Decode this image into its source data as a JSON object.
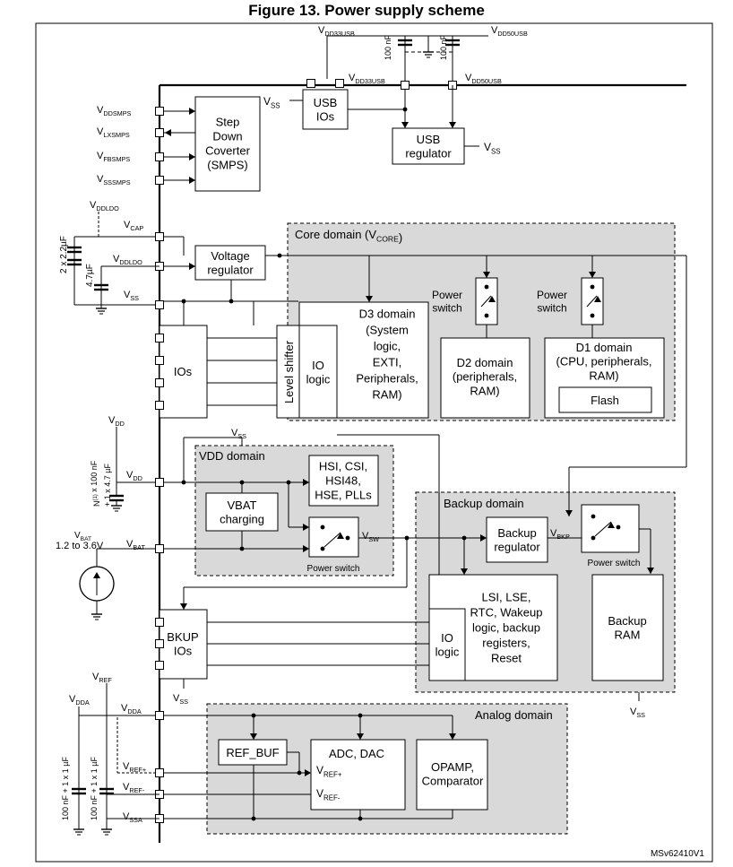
{
  "figure_title": "Figure 13. Power supply scheme",
  "ref_code": "MSv62410V1",
  "colors": {
    "domain_fill": "#d9d9d9",
    "line": "#000000",
    "background": "#ffffff"
  },
  "pins": {
    "vddsmps": "V<sub>DDSMPS</sub>",
    "vlxsmps": "V<sub>LXSMPS</sub>",
    "vfbsmps": "V<sub>FBSMPS</sub>",
    "vsssmps": "V<sub>SSSMPS</sub>",
    "vddldo_top": "V<sub>DDLDO</sub>",
    "vcap": "V<sub>CAP</sub>",
    "vddldo": "V<sub>DDLDO</sub>",
    "vss_left": "V<sub>SS</sub>",
    "vdd_top": "V<sub>DD</sub>",
    "vdd": "V<sub>DD</sub>",
    "vbat_src": "V<sub>BAT</sub>",
    "vbat_range": "1.2 to 3.6V",
    "vbat": "V<sub>BAT</sub>",
    "vref_top": "V<sub>REF</sub>",
    "vdda_top": "V<sub>DDA</sub>",
    "vdda": "V<sub>DDA</sub>",
    "vrefp": "V<sub>REF+</sub>",
    "vrefm": "V<sub>REF-</sub>",
    "vssa": "V<sub>SSA</sub>",
    "vdd33usb_top": "V<sub>DD33USB</sub>",
    "vdd50usb_top": "V<sub>DD50USB</sub>",
    "vdd33usb": "V<sub>DD33USB</sub>",
    "vdd50usb": "V<sub>DD50USB</sub>",
    "vss_usbio": "V<sub>SS</sub>",
    "vss_usbreg": "V<sub>SS</sub>",
    "vss_vdd": "V<sub>SS</sub>",
    "vss_bkup": "V<sub>SS</sub>",
    "vss_backup": "V<sub>SS</sub>",
    "vsw": "V<sub>SW</sub>",
    "vbkp": "V<sub>BKP</sub>"
  },
  "caps": {
    "ldo_caps": "2 x 2.2µF",
    "vcap_cap": "4.7µF",
    "vdd_caps": "N<sup>(1)</sup> x 100 nF",
    "vdd_caps2": "+ 1 x 4.7 µF",
    "usb_cap1": "100 nF",
    "usb_cap2": "100 nF",
    "vdda_caps": "100 nF + 1 x 1 µF",
    "vref_caps": "100 nF + 1 x 1 µF"
  },
  "blocks": {
    "usb_ios": [
      "USB",
      "IOs"
    ],
    "usb_regulator": [
      "USB",
      "regulator"
    ],
    "smps": [
      "Step",
      "Down",
      "Coverter",
      "(SMPS)"
    ],
    "voltage_regulator": [
      "Voltage",
      "regulator"
    ],
    "ios": "IOs",
    "level_shifter": "Level shifter",
    "io_logic": [
      "IO",
      "logic"
    ],
    "d3_domain": [
      "D3 domain",
      "(System",
      "logic,",
      "EXTI,",
      "Peripherals,",
      "RAM)"
    ],
    "d2_domain": [
      "D2 domain",
      "(peripherals,",
      "RAM)"
    ],
    "d1_domain": [
      "D1 domain",
      "(CPU, peripherals,",
      "RAM)"
    ],
    "flash": "Flash",
    "power_switch_label": [
      "Power",
      "switch"
    ],
    "hsi": [
      "HSI, CSI,",
      "HSI48,",
      "HSE, PLLs"
    ],
    "vbat_charging": [
      "VBAT",
      "charging"
    ],
    "power_switch_caption": "Power switch",
    "backup_regulator": [
      "Backup",
      "regulator"
    ],
    "bkup_ios": [
      "BKUP",
      "IOs"
    ],
    "backup_io_logic": [
      "IO",
      "logic"
    ],
    "lsi": [
      "LSI, LSE,",
      "RTC, Wakeup",
      "logic, backup",
      "registers,",
      "Reset"
    ],
    "backup_ram": [
      "Backup",
      "RAM"
    ],
    "ref_buf": "REF_BUF",
    "adc_dac": "ADC, DAC",
    "adc_vrefp": "V<sub>REF+</sub>",
    "adc_vrefm": "V<sub>REF-</sub>",
    "opamp": [
      "OPAMP,",
      "Comparator"
    ]
  },
  "domains": {
    "core": "Core domain (V<sub>CORE</sub>)",
    "vdd": "VDD domain",
    "backup": "Backup domain",
    "analog": "Analog domain"
  }
}
